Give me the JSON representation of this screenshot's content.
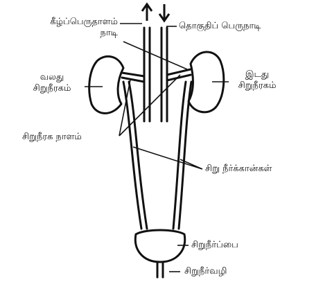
{
  "diagram": {
    "labels": {
      "ivc_line1": "கீழ்ப்பெருதாளம்",
      "ivc_line2": "நாடி",
      "aorta": "தொகுதிப் பெருநாடி",
      "right_kidney_line1": "வலது",
      "right_kidney_line2": "சிறுநீரகம்",
      "left_kidney_line1": "இடது",
      "left_kidney_line2": "சிறுநீரகம்",
      "renal_vessels": "சிறுநீரக நாளம்",
      "ureters": "சிறு நீர்க்கான்கள்",
      "bladder": "சிறுநீர்ப்பை",
      "urethra": "சிறுநீர்வழி"
    },
    "colors": {
      "ink": "#111111",
      "background": "#ffffff"
    }
  }
}
